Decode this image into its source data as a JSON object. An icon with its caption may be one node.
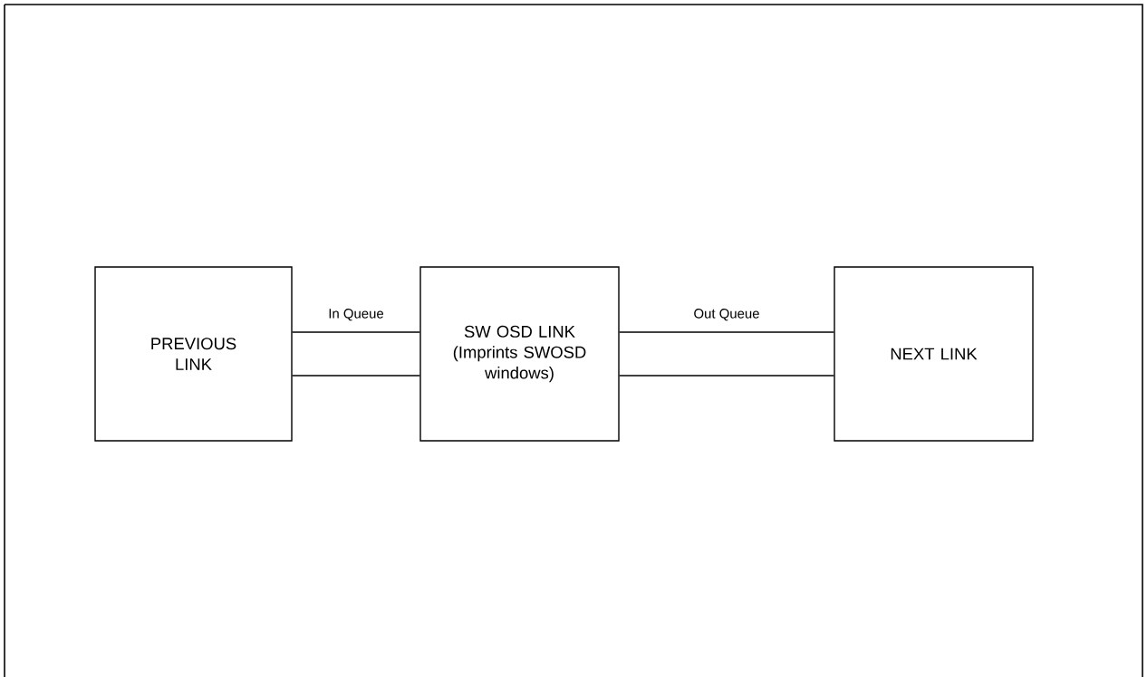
{
  "diagram": {
    "nodes": [
      {
        "text": [
          "PREVIOUS LINK"
        ]
      },
      {
        "text": [
          "SW OSD LINK (Imprints SWOSD windows)"
        ]
      },
      {
        "text": [
          "NEXT LINK"
        ]
      }
    ],
    "edges": [
      {
        "from": 0,
        "to": 1,
        "arrow": "none",
        "label": "In Queue"
      },
      {
        "from": 0,
        "to": 1,
        "arrow": "none"
      },
      {
        "from": 1,
        "to": 2,
        "arrow": "none",
        "label": "Out Queue"
      },
      {
        "from": 1,
        "to": 2,
        "arrow": "none"
      }
    ]
  }
}
